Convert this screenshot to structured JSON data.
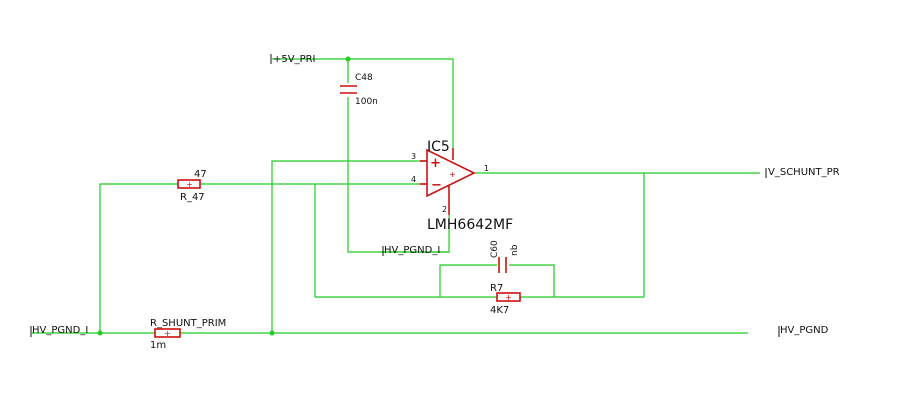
{
  "colors": {
    "wire": "#22cc22",
    "component": "#cc1111",
    "text": "#111111",
    "background": "#ffffff"
  },
  "nets": {
    "vcc": "+5V_PRI",
    "gnd_internal": "HV_PGND_I",
    "gnd_left": "HV_PGND_I",
    "gnd_right": "HV_PGND",
    "output": "V_SCHUNT_PR"
  },
  "opamp": {
    "name": "IC5",
    "value": "LMH6642MF",
    "pins": {
      "non_inverting": "3",
      "inverting": "4",
      "output": "1",
      "ground": "2"
    },
    "plus_symbol": "+",
    "minus_symbol": "−"
  },
  "components": {
    "c48": {
      "name": "C48",
      "value": "100n"
    },
    "c60": {
      "name": "C60",
      "value": "nb"
    },
    "r47": {
      "name": "R_47",
      "value": "47"
    },
    "r7": {
      "name": "R7",
      "value": "4K7"
    },
    "rshunt": {
      "name": "R_SHUNT_PRIM",
      "value": "1m"
    }
  }
}
